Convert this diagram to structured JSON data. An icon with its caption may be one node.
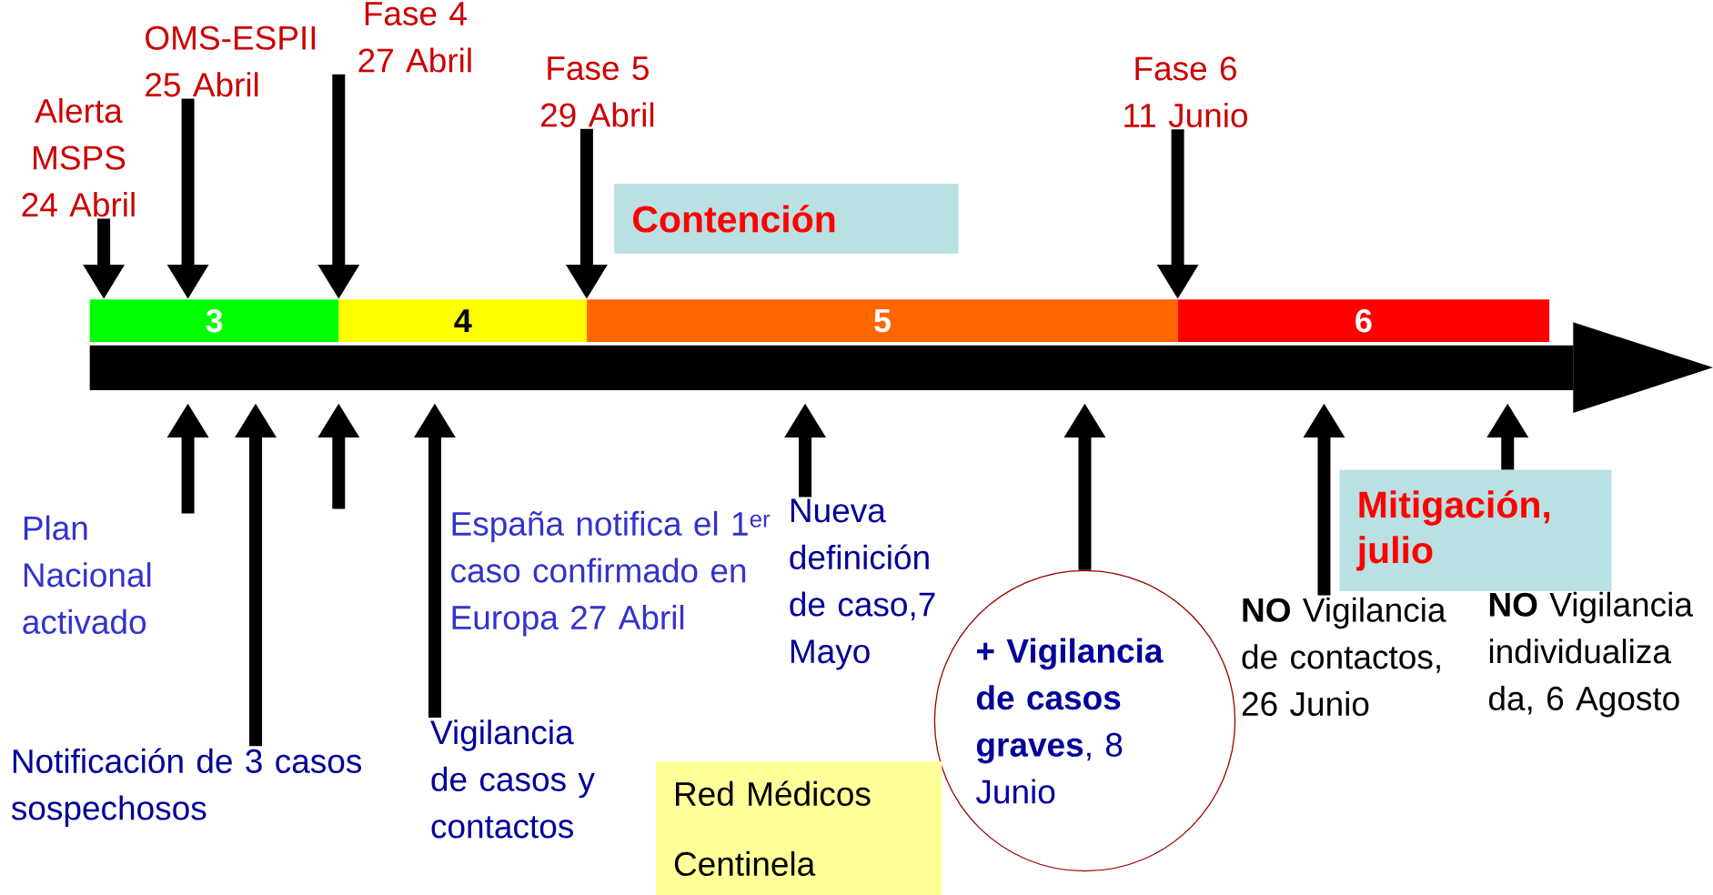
{
  "diagram": {
    "nodes": [
      {
        "text": [
          "Alerta MSPS 24 Abril"
        ]
      },
      {
        "text": [
          "OMS-ESPII 25 Abril"
        ]
      },
      {
        "text": [
          "Fase 4 27 Abril"
        ]
      },
      {
        "text": [
          "Fase 5 29 Abril"
        ]
      },
      {
        "text": [
          "Fase 6 11 Junio"
        ]
      },
      {
        "text": [
          "3"
        ]
      },
      {
        "text": [
          "4"
        ]
      },
      {
        "text": [
          "5"
        ]
      },
      {
        "text": [
          "6"
        ]
      },
      {
        "text": [],
        "shape": "arrow"
      },
      {
        "text": [
          "Contención"
        ]
      },
      {
        "text": [
          "Mitigación, julio"
        ]
      },
      {
        "text": [
          "Plan Nacional activado"
        ]
      },
      {
        "text": [
          "Notificación de 3 casos sospechosos"
        ]
      },
      {
        "text": [
          "España notifica el 1$^{er}$ caso confirmado en Europa 27 Abril"
        ]
      },
      {
        "text": [
          "Vigilancia de casos y contactos"
        ]
      },
      {
        "text": [
          "Nueva definición de caso,7 Mayo"
        ]
      },
      {
        "text": [
          "**+ Vigilancia de casos graves**, 8 Junio"
        ]
      },
      {
        "text": [
          "**NO** Vigilancia de contactos, 26 Junio"
        ]
      },
      {
        "text": [
          "**NO** Vigilancia individualiza da, 6 Agosto"
        ]
      },
      {
        "text": [
          "Red Médicos Centinela"
        ]
      }
    ],
    "edges": [
      {
        "from": 0,
        "to": 5,
        "arrow": "to"
      },
      {
        "from": 1,
        "to": 5,
        "arrow": "to"
      },
      {
        "from": 2,
        "to": 6,
        "arrow": "to"
      },
      {
        "from": 3,
        "to": 7,
        "arrow": "to"
      },
      {
        "from": 4,
        "to": 8,
        "arrow": "to"
      },
      {
        "from": 12,
        "to": 9,
        "arrow": "to"
      },
      {
        "from": 13,
        "to": 9,
        "arrow": "to"
      },
      {
        "from": 14,
        "to": 9,
        "arrow": "to"
      },
      {
        "from": 15,
        "to": 9,
        "arrow": "to"
      },
      {
        "from": 16,
        "to": 9,
        "arrow": "to"
      },
      {
        "from": 17,
        "to": 9,
        "arrow": "to"
      },
      {
        "from": 18,
        "to": 9,
        "arrow": "to"
      },
      {
        "from": 11,
        "to": 9,
        "arrow": "to"
      }
    ]
  }
}
